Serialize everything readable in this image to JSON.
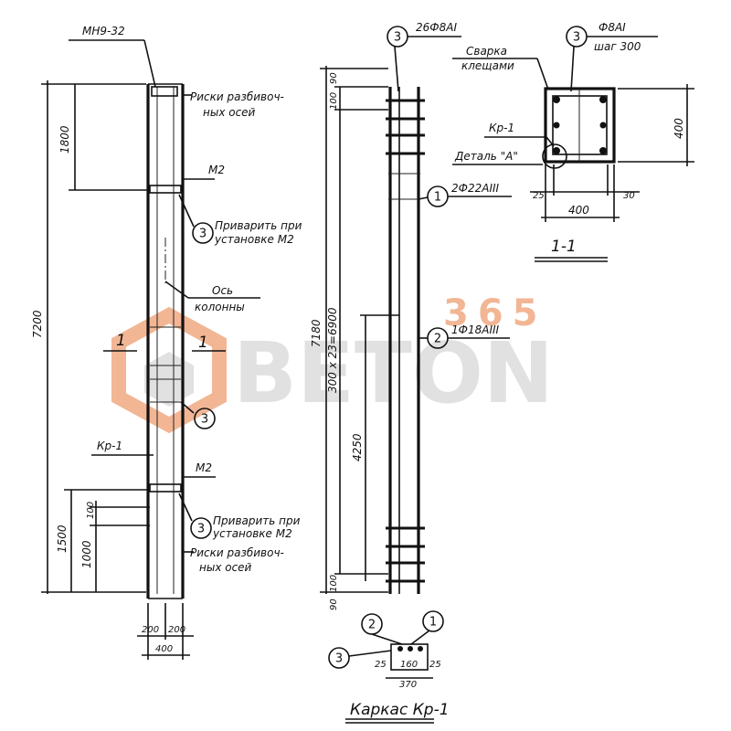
{
  "watermark": {
    "top": "365",
    "brand": "BETON",
    "color": "#e87c3e",
    "gray": "#c9c9c9"
  },
  "column_view": {
    "marker_section_left": "1",
    "marker_section_right": "1",
    "label_mnb": "МН9-32",
    "label_risk_top_1": "Риски разбивоч-",
    "label_risk_top_2": "ных осей",
    "label_m2_top": "М2",
    "callout_3_a": "3",
    "label_weld_1_a": "Приварить при",
    "label_weld_2_a": "установке М2",
    "label_axis_1": "Ось",
    "label_axis_2": "колонны",
    "callout_3_b": "3",
    "label_kr1": "Кр-1",
    "label_m2_bottom": "М2",
    "callout_3_c": "3",
    "label_weld_1_b": "Приварить при",
    "label_weld_2_b": "установке М2",
    "label_risk_bot_1": "Риски разбивоч-",
    "label_risk_bot_2": "ных осей",
    "dim_total": "7200",
    "dim_top": "1800",
    "dim_bot_1500": "1500",
    "dim_bot_1000": "1000",
    "dim_bot_100": "100",
    "dim_200_left": "200",
    "dim_200_right": "200",
    "dim_400": "400"
  },
  "cage_view": {
    "callout_3_top": "3",
    "label_top_bar": "26Ф8АI",
    "callout_1": "1",
    "label_bar1": "2Ф22АIII",
    "callout_2": "2",
    "label_bar2": "1Ф18АIII",
    "dim_7180": "7180",
    "dim_spacing": "300 x 23=6900",
    "dim_4250": "4250",
    "dim_top_90": "90",
    "dim_top_100": "100",
    "dim_bot_100": "100",
    "dim_bot_90": "90",
    "callout_2_b": "2",
    "callout_1_b": "1",
    "callout_3_b": "3",
    "dim_25_left": "25",
    "dim_25_right": "25",
    "dim_mid": "160",
    "dim_370": "370",
    "title": "Каркас Кр-1"
  },
  "section_view": {
    "callout_3": "3",
    "label_stirrup_1": "Ф8АI",
    "label_stirrup_2": "шаг 300",
    "label_weld_1": "Сварка",
    "label_weld_2": "клещами",
    "label_kr1": "Кр-1",
    "label_detail": "Деталь \"А\"",
    "dim_400_right": "400",
    "dim_25": "25",
    "dim_30": "30",
    "dim_400_bottom": "400",
    "title": "1-1"
  }
}
